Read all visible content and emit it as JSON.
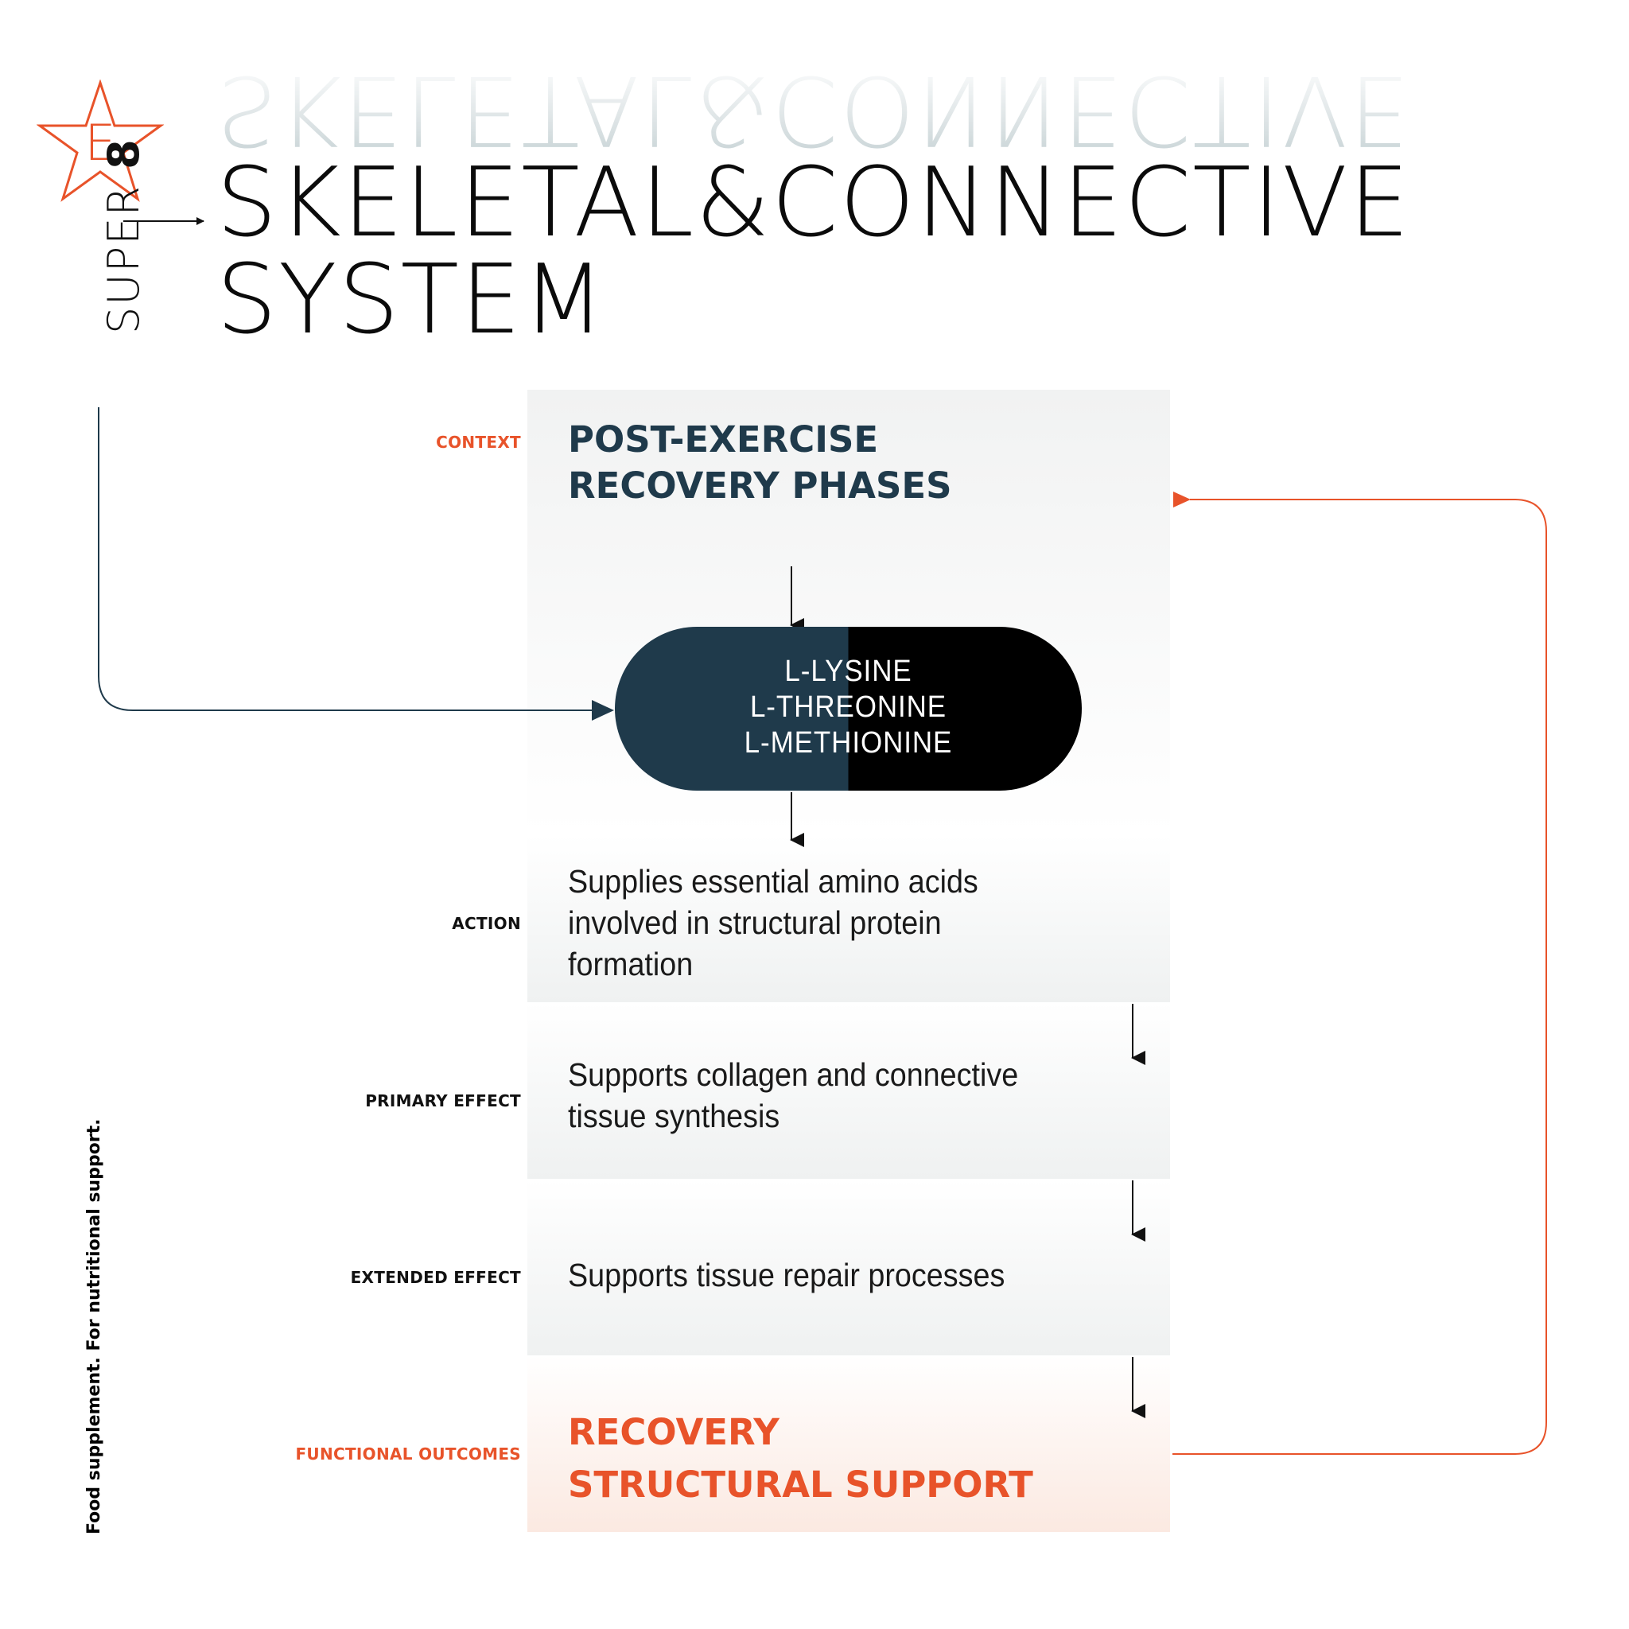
{
  "brand": {
    "logo_letter": "E",
    "name": "SUPER",
    "number": "8",
    "accent_color": "#e8532a",
    "dark_color": "#1f3a4b"
  },
  "title": {
    "line1": "SKELETAL&CONNECTIVE",
    "line2": "SYSTEM"
  },
  "context": {
    "label": "CONTEXT",
    "heading_line1": "POST-EXERCISE",
    "heading_line2": "RECOVERY PHASES"
  },
  "ingredients": [
    "L-LYSINE",
    "L-THREONINE",
    "L-METHIONINE"
  ],
  "action": {
    "label": "ACTION",
    "lines": [
      "Supplies essential amino acids",
      "involved in structural protein",
      "formation"
    ]
  },
  "primary_effect": {
    "label": "PRIMARY EFFECT",
    "lines": [
      "Supports collagen and connective",
      "tissue synthesis"
    ]
  },
  "extended_effect": {
    "label": "EXTENDED EFFECT",
    "lines": [
      "Supports tissue repair processes"
    ]
  },
  "functional_outcomes": {
    "label": "FUNCTIONAL OUTCOMES",
    "items": [
      "RECOVERY",
      "STRUCTURAL SUPPORT"
    ]
  },
  "footnote": "Food supplement. For nutritional support."
}
